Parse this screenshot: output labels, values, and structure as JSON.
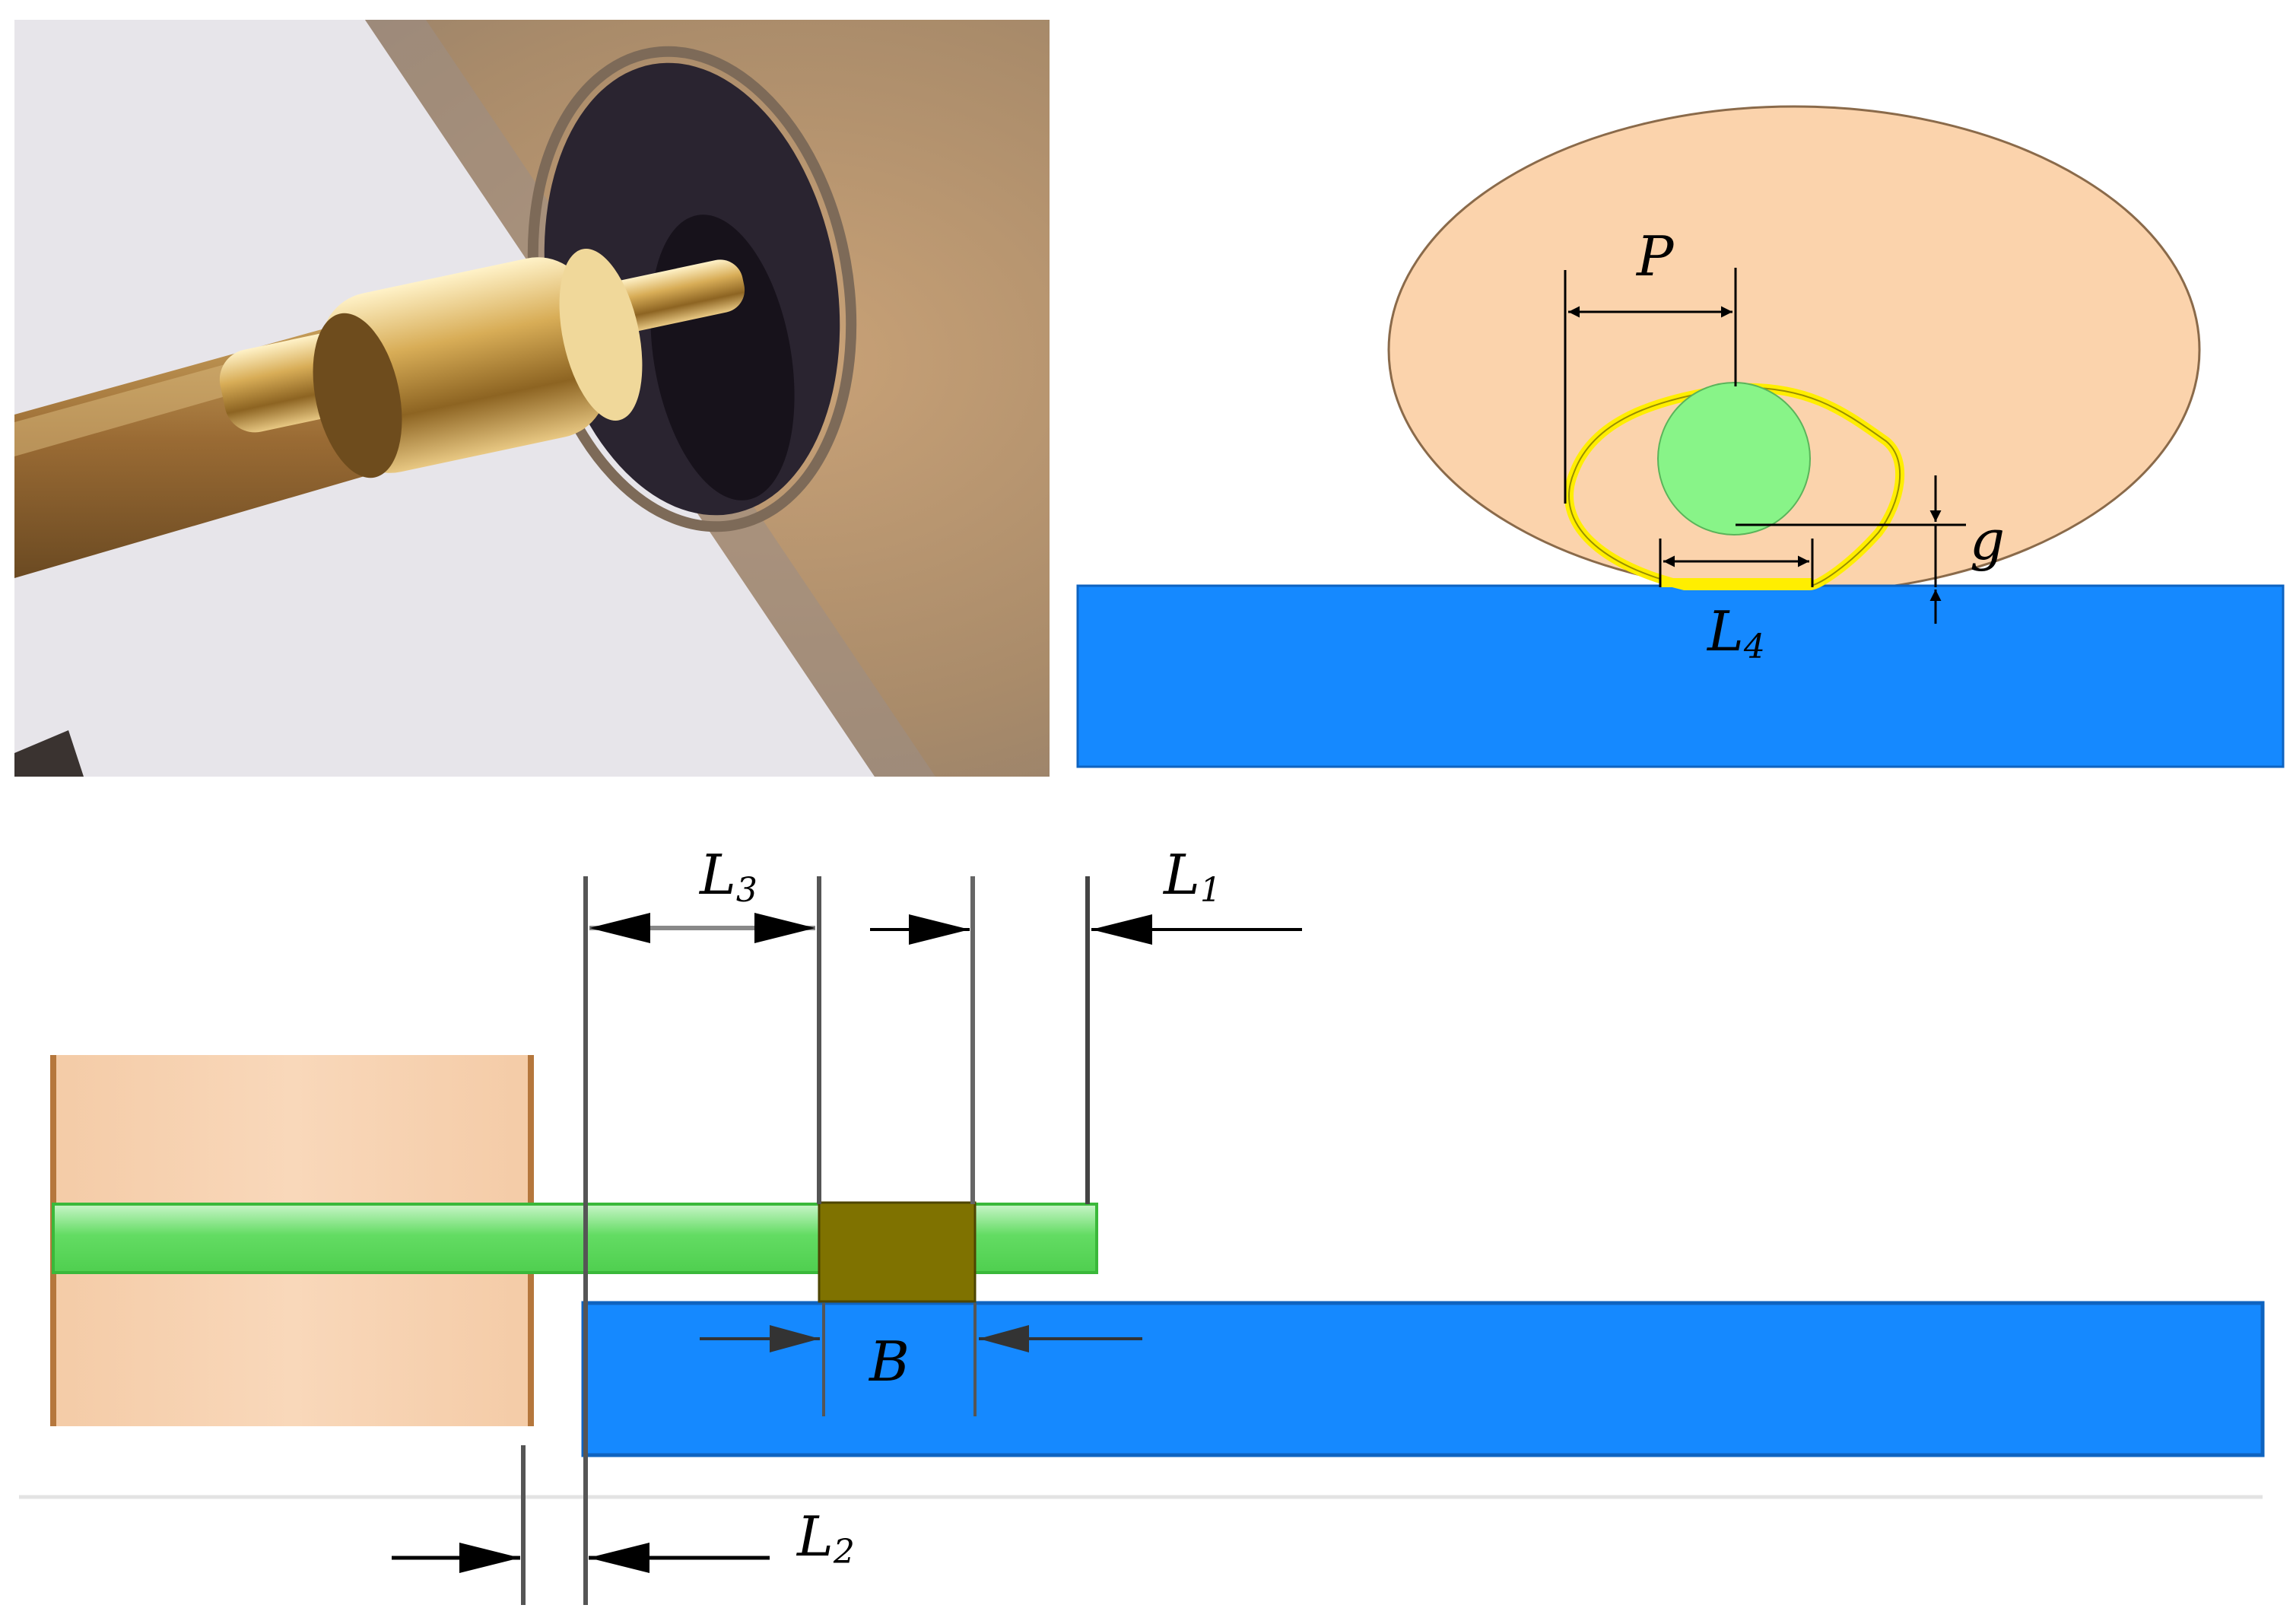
{
  "panels": {
    "photo": {
      "label": ""
    },
    "cross_section": {
      "labels": {
        "P": "P",
        "g": "g",
        "L4_main": "L",
        "L4_sub": "4"
      },
      "colors": {
        "conductor_body": "#fbd3ac",
        "pin": "#88f488",
        "solder_ring": "#ffee00",
        "substrate": "#1589ff"
      }
    },
    "side_view": {
      "labels": {
        "L3_main": "L",
        "L3_sub": "3",
        "L1_main": "L",
        "L1_sub": "1",
        "L2_main": "L",
        "L2_sub": "2",
        "B": "B"
      },
      "colors": {
        "connector_body": "#f7caa3",
        "pin": "#7ee57e",
        "solder": "#7f7200",
        "substrate": "#1589ff"
      }
    }
  }
}
